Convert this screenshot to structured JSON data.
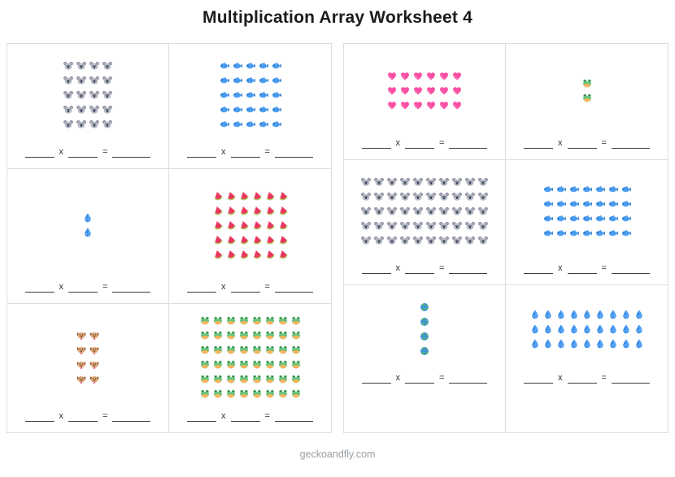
{
  "title": "Multiplication Array Worksheet 4",
  "footer": "geckoandfly.com",
  "equation": {
    "times_symbol": "x",
    "equals_symbol": "=",
    "blanks": 3
  },
  "colors": {
    "border": "#dedede",
    "title_text": "#1b1b1b",
    "footer_text": "#9aa0a6",
    "equation_line": "#3d3d3d"
  },
  "panels": [
    {
      "id": "worksheet-panel-left",
      "cells": [
        {
          "icon": "koala-icon",
          "item": "koala",
          "columns": 4,
          "rows": 5,
          "count": 20
        },
        {
          "icon": "fish-icon",
          "item": "fish",
          "columns": 5,
          "rows": 5,
          "count": 25
        },
        {
          "icon": "droplet-icon",
          "item": "droplet",
          "columns": 1,
          "rows": 2,
          "count": 2
        },
        {
          "icon": "watermelon-icon",
          "item": "watermelon",
          "columns": 6,
          "rows": 5,
          "count": 30
        },
        {
          "icon": "dog-icon",
          "item": "dog",
          "columns": 2,
          "rows": 4,
          "count": 8
        },
        {
          "icon": "frog-icon",
          "item": "frog",
          "columns": 8,
          "rows": 6,
          "count": 48
        }
      ]
    },
    {
      "id": "worksheet-panel-right",
      "cells": [
        {
          "icon": "heart-icon",
          "item": "heart",
          "columns": 6,
          "rows": 3,
          "count": 18
        },
        {
          "icon": "frog-icon",
          "item": "frog",
          "columns": 1,
          "rows": 2,
          "count": 2
        },
        {
          "icon": "koala-icon",
          "item": "koala",
          "columns": 10,
          "rows": 5,
          "count": 50
        },
        {
          "icon": "fish-icon",
          "item": "fish",
          "columns": 7,
          "rows": 4,
          "count": 28
        },
        {
          "icon": "globe-icon",
          "item": "globe",
          "columns": 1,
          "rows": 4,
          "count": 4
        },
        {
          "icon": "droplet-icon",
          "item": "droplet",
          "columns": 9,
          "rows": 3,
          "count": 27
        }
      ]
    }
  ]
}
